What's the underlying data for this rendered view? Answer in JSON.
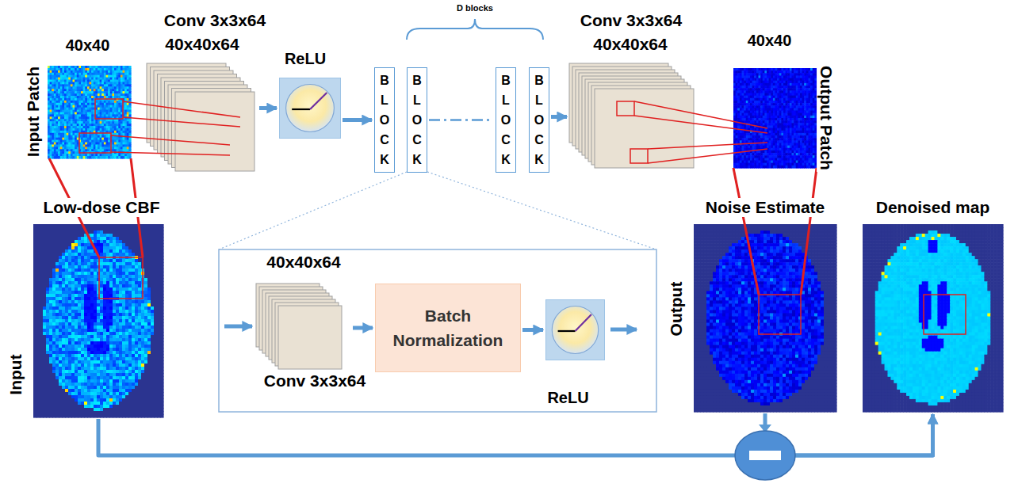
{
  "diagram": {
    "nodes": [
      {
        "text": [
          "40x40",
          "Input Patch"
        ]
      },
      {
        "text": [
          "Conv 3x3x64",
          "40x40x64"
        ]
      },
      {
        "text": [
          "ReLU"
        ]
      },
      {
        "text": [
          "BLOCK"
        ]
      },
      {
        "text": [
          "BLOCK"
        ]
      },
      {
        "text": [
          "BLOCK"
        ]
      },
      {
        "text": [
          "BLOCK"
        ]
      },
      {
        "text": [
          "Conv 3x3x64",
          "40x40x64"
        ]
      },
      {
        "text": [
          "40x40",
          "Output Patch"
        ]
      },
      {
        "text": [
          "Low-dose CBF",
          "Input"
        ]
      },
      {
        "text": [
          "40x40x64",
          "Conv 3x3x64"
        ]
      },
      {
        "text": [
          "Batch Normalization"
        ]
      },
      {
        "text": [
          "ReLU"
        ]
      },
      {
        "text": [
          "Noise Estimate",
          "Output"
        ]
      },
      {
        "text": [
          "Denoised map"
        ]
      }
    ],
    "edges": [
      {
        "from": 1,
        "to": 2,
        "arrow": "to"
      },
      {
        "from": 2,
        "to": 3,
        "arrow": "to"
      },
      {
        "from": 4,
        "to": 5,
        "arrow": "none"
      },
      {
        "from": 6,
        "to": 7,
        "arrow": "to"
      },
      {
        "from": 10,
        "to": 11,
        "arrow": "to"
      },
      {
        "from": 11,
        "to": 12,
        "arrow": "to"
      },
      {
        "from": 9,
        "to": 14,
        "arrow": "to"
      },
      {
        "from": 13,
        "to": 14,
        "arrow": "to"
      }
    ],
    "labels": [
      "D blocks"
    ]
  }
}
